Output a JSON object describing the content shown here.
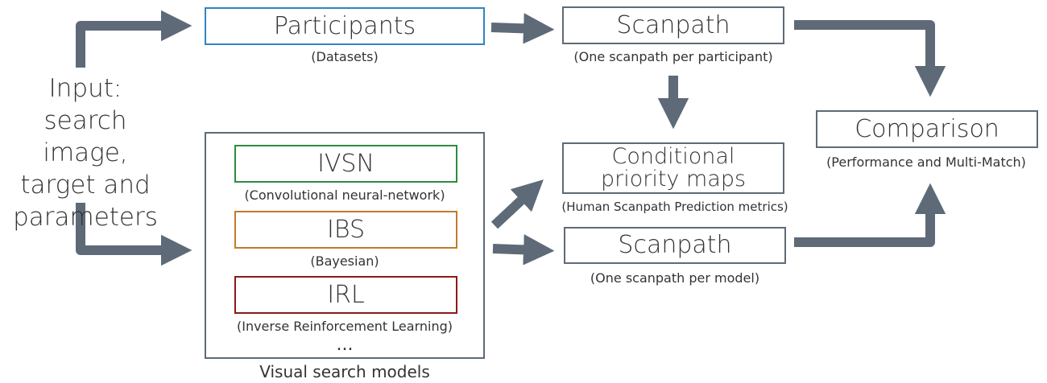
{
  "input": {
    "line1": "Input:",
    "line2": "search image,",
    "line3": "target and",
    "line4": "parameters"
  },
  "participants": {
    "title": "Participants",
    "subtitle": "(Datasets)"
  },
  "scanpath_top": {
    "title": "Scanpath",
    "subtitle": "(One scanpath per participant)"
  },
  "priority_maps": {
    "line1": "Conditional",
    "line2": "priority maps",
    "subtitle": "(Human Scanpath Prediction metrics)"
  },
  "scanpath_bottom": {
    "title": "Scanpath",
    "subtitle": "(One scanpath per model)"
  },
  "comparison": {
    "title": "Comparison",
    "subtitle": "(Performance and Multi-Match)"
  },
  "models": {
    "container_label": "Visual search models",
    "ellipsis": "...",
    "items": [
      {
        "name": "IVSN",
        "subtitle": "(Convolutional neural-network)"
      },
      {
        "name": "IBS",
        "subtitle": "(Bayesian)"
      },
      {
        "name": "IRL",
        "subtitle": "(Inverse Reinforcement Learning)"
      }
    ]
  },
  "colors": {
    "arrow": "#5e6a78",
    "participants_border": "#2e86c1",
    "neutral_border": "#5e6a78",
    "ivsn_border": "#2e8b3e",
    "ibs_border": "#c47a2c",
    "irl_border": "#8b1a1a"
  }
}
